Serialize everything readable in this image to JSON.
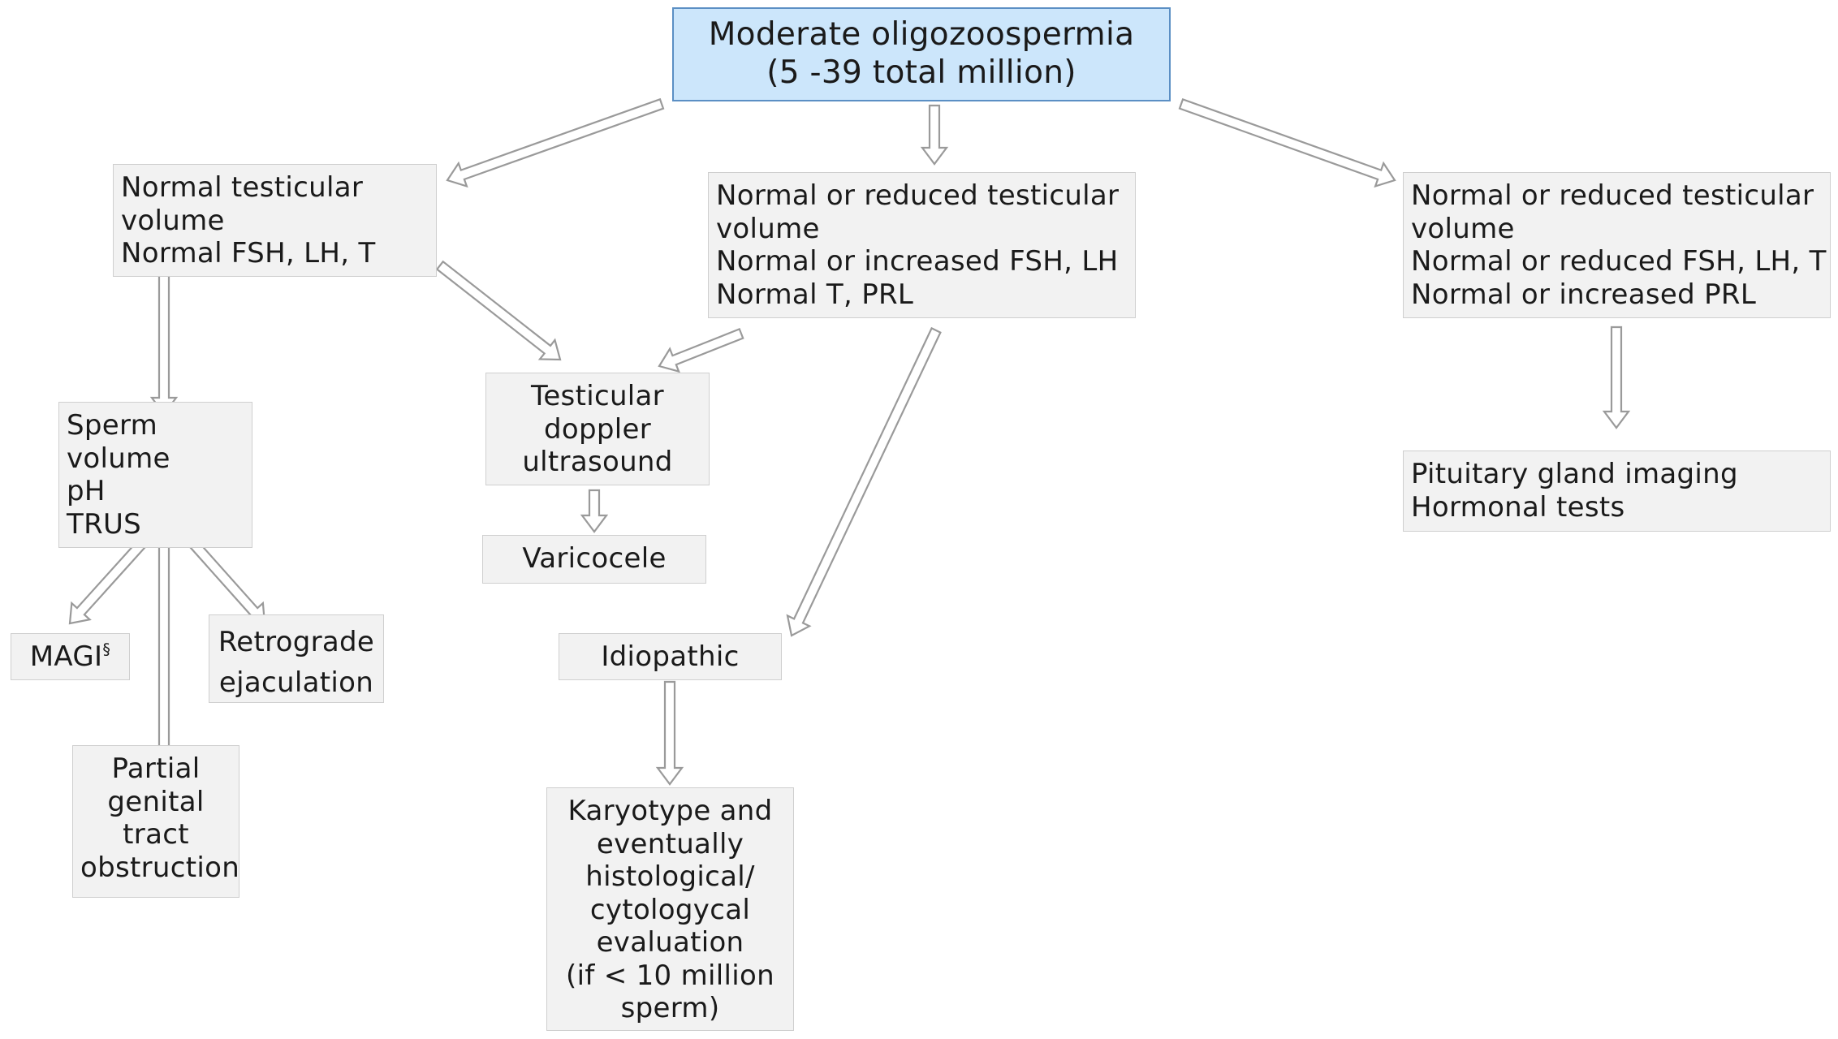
{
  "root": {
    "lines": [
      "Moderate oligozoospermia",
      "(5 -39 total million)"
    ]
  },
  "left": {
    "lines": [
      "Normal testicular",
      "volume",
      "Normal FSH, LH, T"
    ]
  },
  "middle": {
    "lines": [
      "Normal or reduced testicular",
      "volume",
      "Normal or increased FSH, LH",
      "Normal T, PRL"
    ]
  },
  "right": {
    "lines": [
      "Normal or reduced testicular",
      "volume",
      "Normal or reduced FSH, LH, T",
      "Normal or increased PRL"
    ]
  },
  "sperm": {
    "lines": [
      "Sperm",
      "volume",
      "pH",
      "TRUS"
    ]
  },
  "doppler": {
    "lines": [
      "Testicular",
      "doppler",
      "ultrasound"
    ]
  },
  "varicocele": {
    "label": "Varicocele"
  },
  "magi": {
    "label": "MAGI",
    "superscript": "§"
  },
  "retrograde": {
    "lines": [
      "Retrograde",
      "ejaculation"
    ]
  },
  "partial": {
    "lines": [
      "Partial",
      "genital",
      "tract",
      "obstruction"
    ]
  },
  "idiopathic": {
    "label": "Idiopathic"
  },
  "karyotype": {
    "lines": [
      "Karyotype and",
      "eventually",
      "histological/",
      "cytologycal",
      "evaluation",
      "(if < 10 million",
      "sperm)"
    ]
  },
  "pituitary": {
    "lines": [
      "Pituitary gland imaging",
      "Hormonal tests"
    ]
  },
  "colors": {
    "root_fill": "#cce6fb",
    "root_border": "#5b8fc4",
    "box_fill": "#f2f2f2",
    "box_border": "#cfcfcf",
    "arrow_fill": "#ffffff",
    "arrow_stroke": "#9a9a9a"
  }
}
